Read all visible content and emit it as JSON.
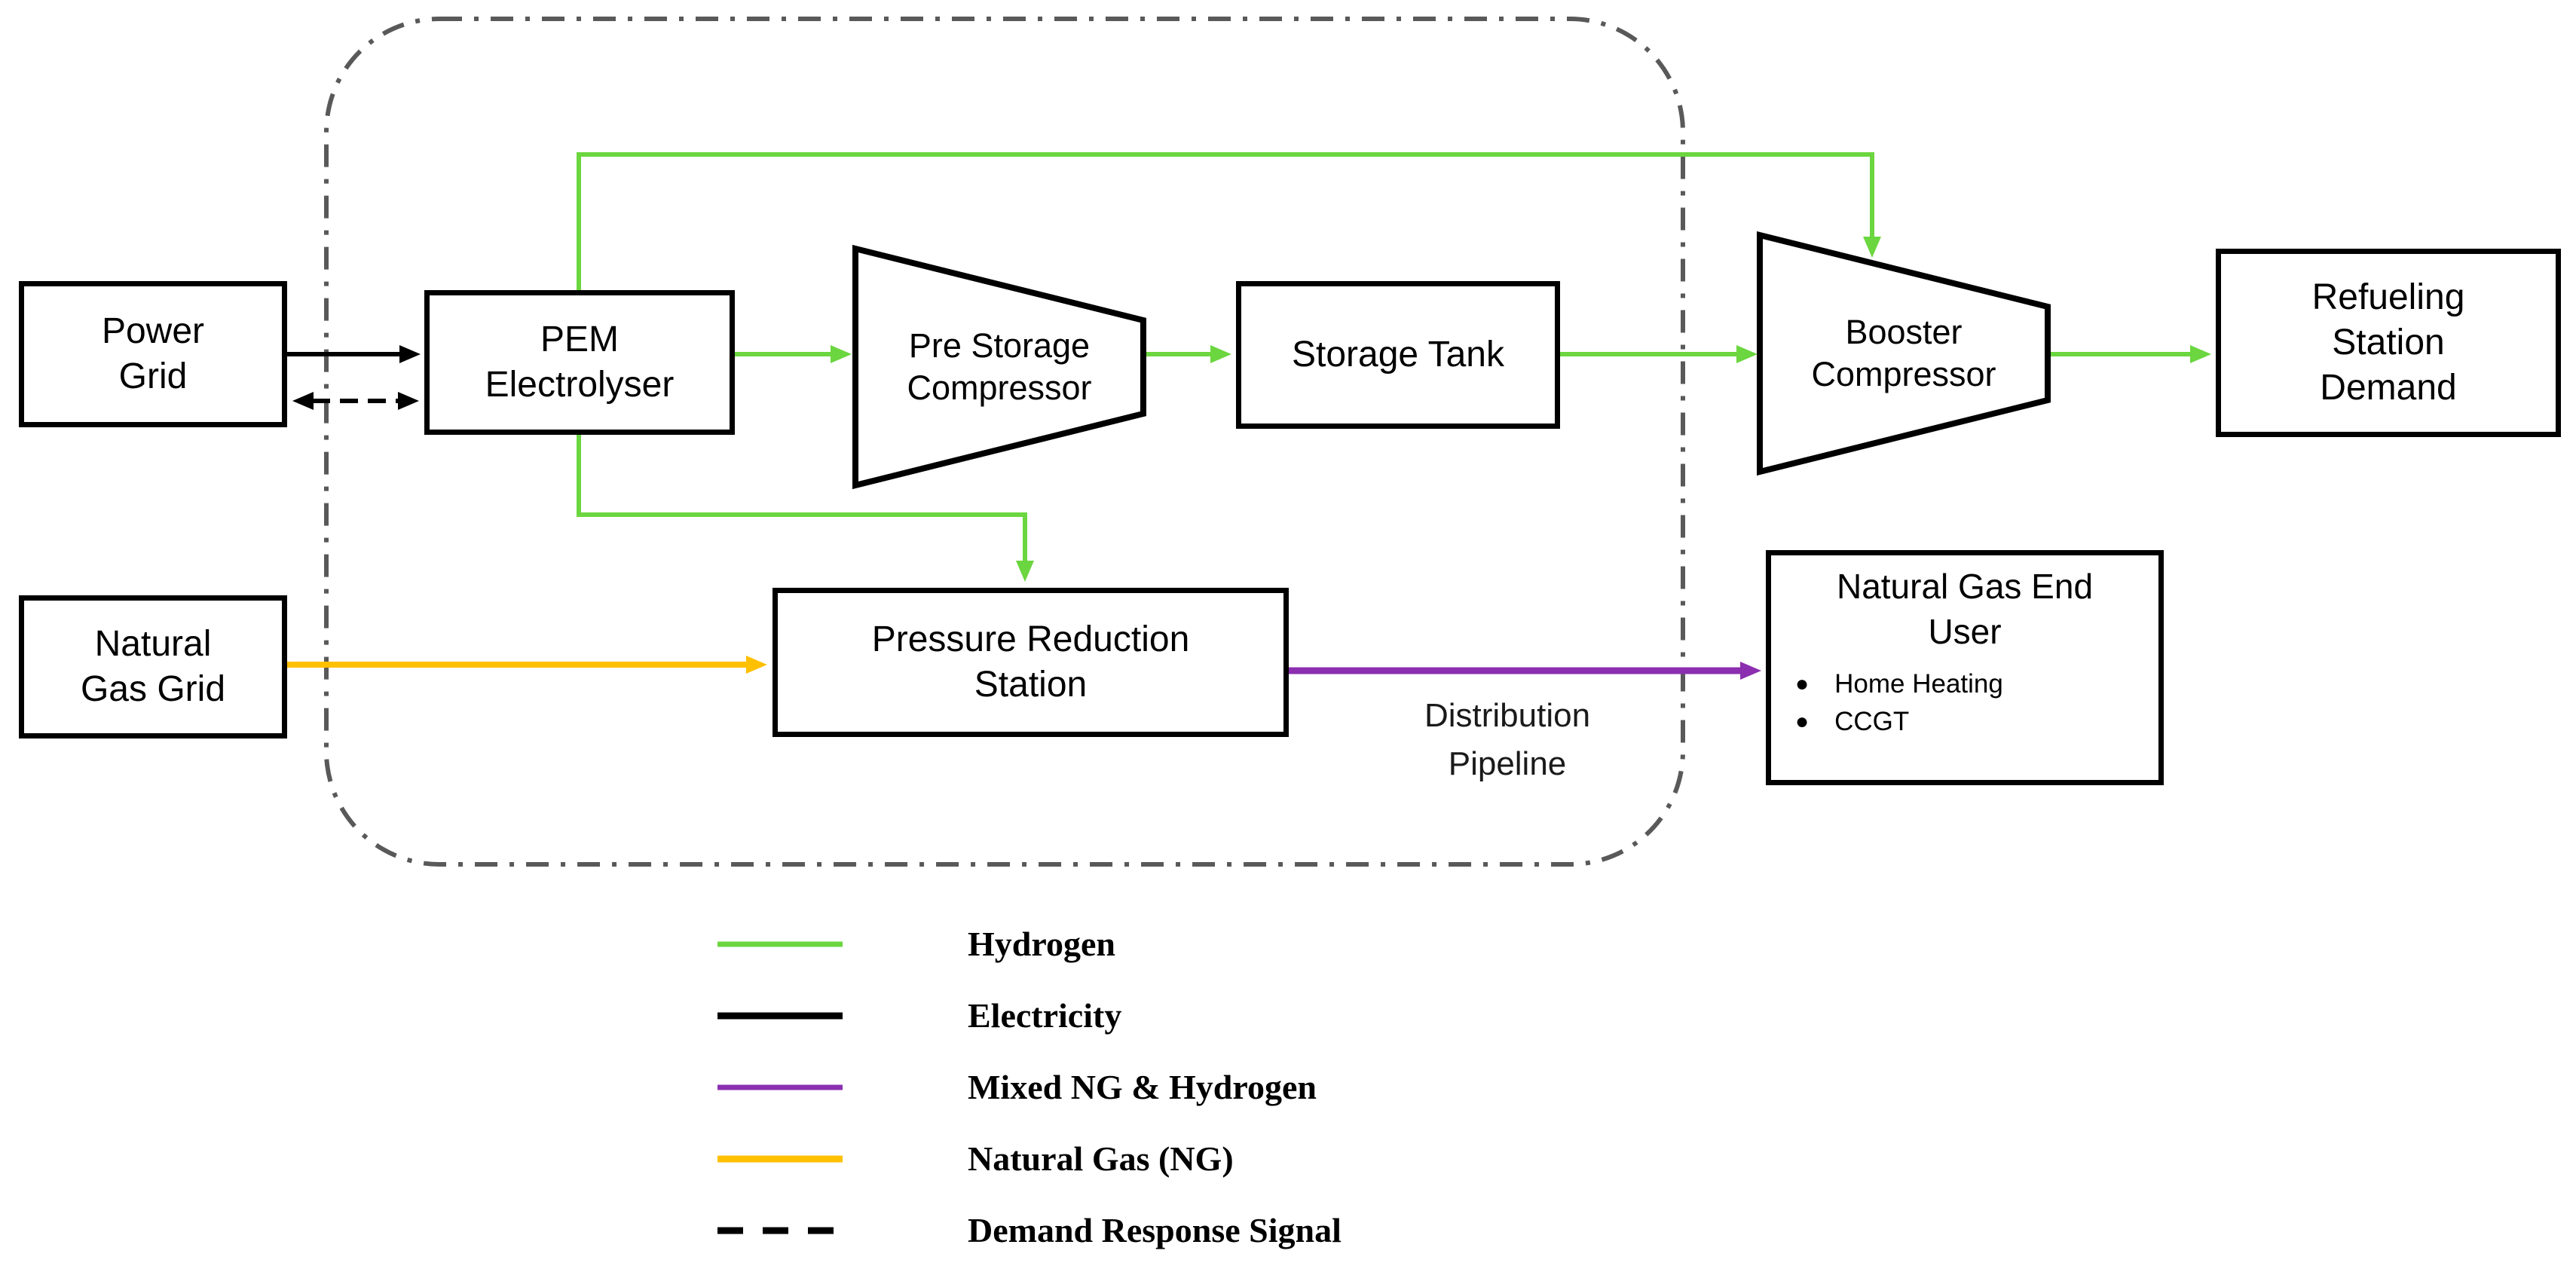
{
  "diagram": {
    "nodes": {
      "power_grid": {
        "label": "Power\nGrid"
      },
      "pem": {
        "label": "PEM\nElectrolyser"
      },
      "pre_storage": {
        "label": "Pre Storage\nCompressor"
      },
      "storage_tank": {
        "label": "Storage Tank"
      },
      "booster": {
        "label": "Booster\nCompressor"
      },
      "refueling": {
        "label": "Refueling\nStation\nDemand"
      },
      "ng_grid": {
        "label": "Natural\nGas Grid"
      },
      "prs": {
        "label": "Pressure Reduction\nStation"
      },
      "ng_end_user": {
        "title": "Natural Gas End\nUser",
        "bullets": [
          "Home Heating",
          "CCGT"
        ]
      }
    },
    "labels": {
      "distribution_pipeline": "Distribution\nPipeline"
    },
    "colors": {
      "hydrogen": "#6BD63F",
      "electricity": "#000000",
      "mixed_ng_hydrogen": "#8B2FB0",
      "natural_gas": "#FFC000",
      "system_boundary": "#595959"
    }
  },
  "legend": {
    "items": [
      {
        "label": "Hydrogen",
        "color": "#6BD63F",
        "style": "solid"
      },
      {
        "label": "Electricity",
        "color": "#000000",
        "style": "solid"
      },
      {
        "label": "Mixed NG & Hydrogen",
        "color": "#8B2FB0",
        "style": "solid"
      },
      {
        "label": "Natural Gas (NG)",
        "color": "#FFC000",
        "style": "solid"
      },
      {
        "label": "Demand Response Signal",
        "color": "#000000",
        "style": "dashed"
      }
    ]
  }
}
